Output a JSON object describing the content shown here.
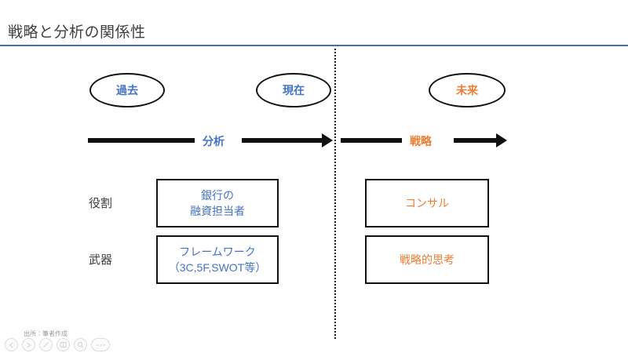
{
  "slide": {
    "title": "戦略と分析の関係性",
    "source_note": "出所：筆者作成"
  },
  "colors": {
    "blue": "#4472C4",
    "orange": "#ED7D31",
    "dark": "#3F3F3F",
    "rule": "#4A6FA8",
    "line": "#111111"
  },
  "timeline": {
    "past": "過去",
    "present": "現在",
    "future": "未来"
  },
  "flows": {
    "analysis": "分析",
    "strategy": "戦略"
  },
  "rows": {
    "role": "役割",
    "weapon": "武器"
  },
  "boxes": {
    "role_left_line1": "銀行の",
    "role_left_line2": "融資担当者",
    "weapon_left_line1": "フレームワーク",
    "weapon_left_line2": "（3C,5F,SWOT等）",
    "role_right": "コンサル",
    "weapon_right": "戦略的思考"
  },
  "controls": [
    {
      "name": "previous-slide",
      "icon": "chevron-left-icon"
    },
    {
      "name": "next-slide",
      "icon": "chevron-right-icon"
    },
    {
      "name": "pen-tool",
      "icon": "pen-icon"
    },
    {
      "name": "all-slides",
      "icon": "grid-icon"
    },
    {
      "name": "zoom-tool",
      "icon": "magnifier-icon"
    },
    {
      "name": "more-options",
      "icon": "ellipsis-icon"
    }
  ]
}
